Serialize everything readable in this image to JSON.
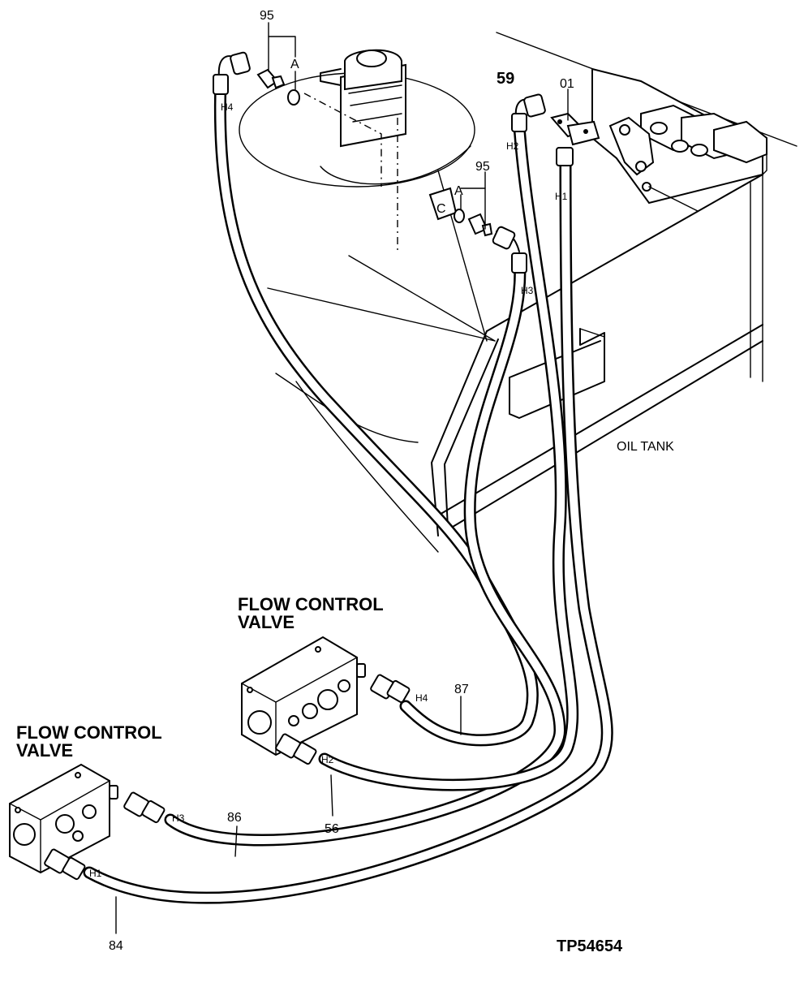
{
  "labels": {
    "item_95_top": "95",
    "item_95_mid": "95",
    "oring_a_top": "A",
    "oring_a_mid": "A",
    "item_59": "59",
    "item_01": "01",
    "oil_tank": "OIL  TANK",
    "valve_upper_line1": "FLOW CONTROL",
    "valve_upper_line2": "VALVE",
    "valve_lower_line1": "FLOW CONTROL",
    "valve_lower_line2": "VALVE",
    "item_87": "87",
    "item_86": "86",
    "item_56": "56",
    "item_84": "84",
    "figure_ref": "TP54654"
  },
  "hose_tags": {
    "h4_top": "H4",
    "h2_top": "H2",
    "h1_top": "H1",
    "h3_top": "H3",
    "h4_bottom": "H4",
    "h2_bottom": "H2",
    "h3_bottom": "H3",
    "h1_bottom": "H1"
  }
}
